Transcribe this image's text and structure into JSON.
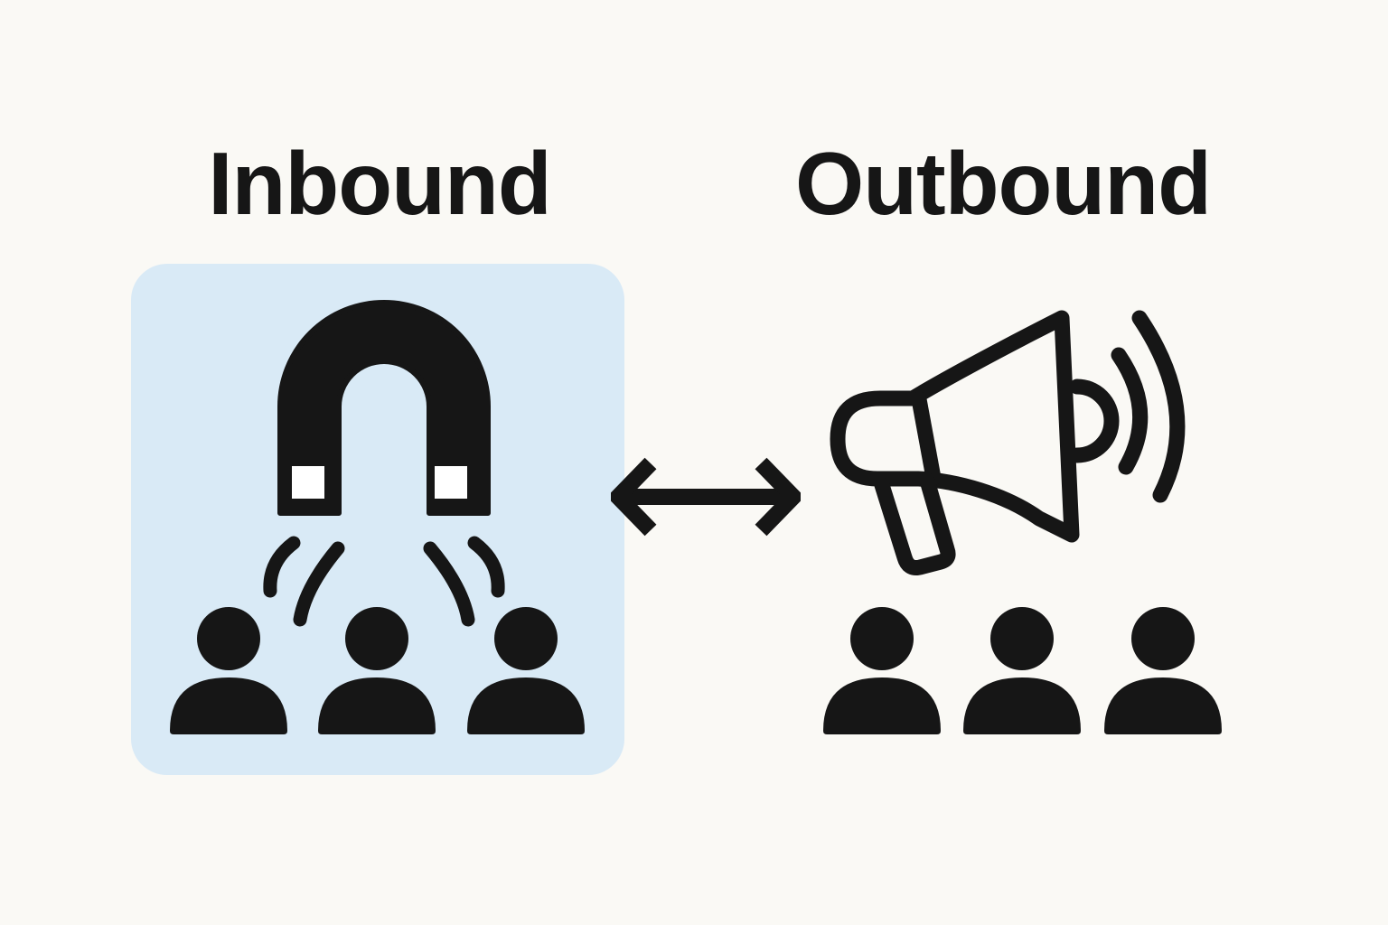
{
  "diagram": {
    "left": {
      "title": "Inbound",
      "panel": "light-blue rounded square",
      "icons": {
        "magnet-icon": "U-shaped horseshoe magnet, solid black, poles down with white square tips",
        "attraction-lines-icon": "two pairs of curved pull lines between magnet and audience",
        "audience-icon": "three person silhouettes (head + shoulders)"
      },
      "audience_count": 3
    },
    "connector": {
      "double-arrow-icon": "thick black horizontal arrow with chevron heads on both ends",
      "direction": "bidirectional"
    },
    "right": {
      "title": "Outbound",
      "icons": {
        "megaphone-icon": "outlined megaphone / bullhorn pointing right with handle",
        "sound-waves-icon": "two curved broadcast arcs at megaphone mouth",
        "audience-icon": "three person silhouettes (head + shoulders)"
      },
      "audience_count": 3
    }
  },
  "colors": {
    "background": "#faf9f5",
    "panel_blue": "#d9eaf6",
    "ink": "#161616"
  }
}
